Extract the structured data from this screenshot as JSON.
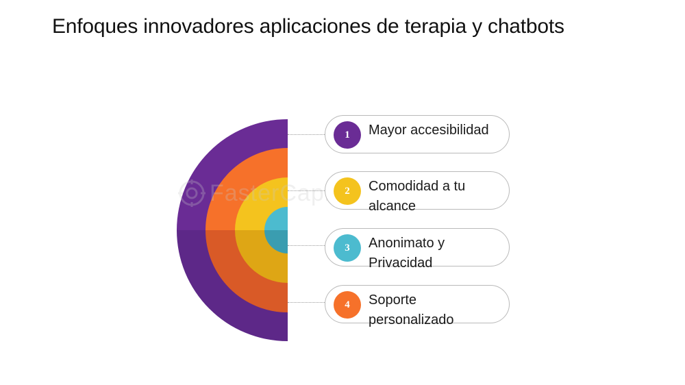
{
  "title": "Enfoques innovadores aplicaciones de terapia y chatbots",
  "watermark": {
    "text": "FasterCapital"
  },
  "rings": [
    {
      "upper_color": "#6a2c95",
      "lower_color": "#5d2888"
    },
    {
      "upper_color": "#f6712a",
      "lower_color": "#d95a27"
    },
    {
      "upper_color": "#f4c31e",
      "lower_color": "#dea615"
    },
    {
      "upper_color": "#4cbbcf",
      "lower_color": "#3a9db0"
    }
  ],
  "items": [
    {
      "number": "1",
      "label": "Mayor accesibilidad",
      "color": "#6a2c95"
    },
    {
      "number": "2",
      "label": "Comodidad a tu alcance",
      "color": "#f4c31e"
    },
    {
      "number": "3",
      "label": "Anonimato y Privacidad",
      "color": "#4cbbcf"
    },
    {
      "number": "4",
      "label": "Soporte personalizado",
      "color": "#f6712a"
    }
  ]
}
